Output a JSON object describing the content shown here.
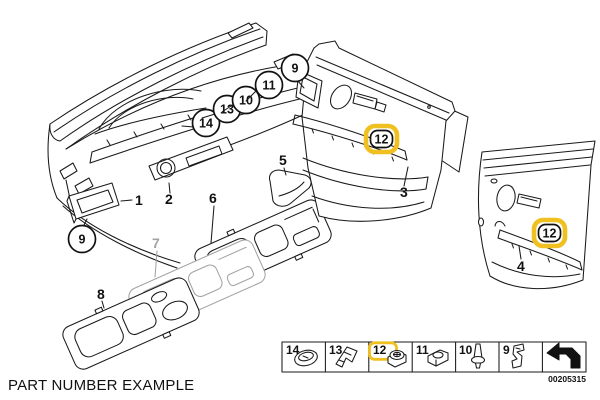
{
  "page": {
    "caption": "PART NUMBER EXAMPLE",
    "drawing_number": "00205315"
  },
  "colors": {
    "highlight": "#F0C020",
    "muted": "#A3A3A3",
    "line": "#1A1A1A"
  },
  "part_labels": {
    "p1": "1",
    "p2": "2",
    "p3": "3",
    "p4": "4",
    "p5": "5",
    "p6": "6",
    "p7": "7",
    "p8": "8"
  },
  "callouts": {
    "dash_left_9": "9",
    "dash_14": "14",
    "dash_13": "13",
    "dash_10": "10",
    "dash_11": "11",
    "dash_right_9": "9",
    "front_door_12": "12",
    "rear_door_12": "12"
  },
  "legend": {
    "cells": [
      {
        "number": "14",
        "icon": "oval-grommet-icon",
        "highlighted": false
      },
      {
        "number": "13",
        "icon": "spring-clip-icon",
        "highlighted": false
      },
      {
        "number": "12",
        "icon": "expanding-nut-icon",
        "highlighted": true
      },
      {
        "number": "11",
        "icon": "clip-nut-icon",
        "highlighted": false
      },
      {
        "number": "10",
        "icon": "expanding-rivet-icon",
        "highlighted": false
      },
      {
        "number": "9",
        "icon": "retaining-clip-icon",
        "highlighted": false
      },
      {
        "number": "",
        "icon": "continuation-arrow-icon",
        "highlighted": false
      }
    ]
  }
}
